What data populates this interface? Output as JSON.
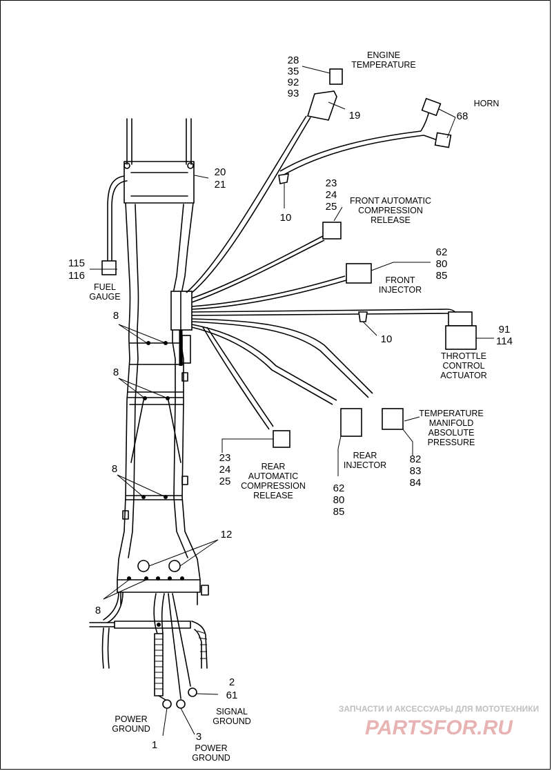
{
  "callouts": {
    "engine_temp_parts": [
      "28",
      "35",
      "92",
      "93"
    ],
    "engine_temp_label": [
      "ENGINE",
      "TEMPERATURE"
    ],
    "p19": "19",
    "horn_label": "HORN",
    "p68": "68",
    "p20_21": [
      "20",
      "21"
    ],
    "p10_top": "10",
    "front_acr_parts": [
      "23",
      "24",
      "25"
    ],
    "front_acr_label": [
      "FRONT AUTOMATIC",
      "COMPRESSION",
      "RELEASE"
    ],
    "front_inj_parts": [
      "62",
      "80",
      "85"
    ],
    "front_inj_label": [
      "FRONT",
      "INJECTOR"
    ],
    "fuel_gauge_parts": [
      "115",
      "116"
    ],
    "fuel_gauge_label": [
      "FUEL",
      "GAUGE"
    ],
    "p8": "8",
    "p10_mid": "10",
    "tca_parts": [
      "91",
      "114"
    ],
    "tca_label": [
      "THROTTLE",
      "CONTROL",
      "ACTUATOR"
    ],
    "tmap_label": [
      "TEMPERATURE",
      "MANIFOLD",
      "ABSOLUTE",
      "PRESSURE"
    ],
    "tmap_parts": [
      "82",
      "83",
      "84"
    ],
    "rear_inj_label": [
      "REAR",
      "INJECTOR"
    ],
    "rear_inj_parts": [
      "62",
      "80",
      "85"
    ],
    "rear_acr_parts": [
      "23",
      "24",
      "25"
    ],
    "rear_acr_label": [
      "REAR",
      "AUTOMATIC",
      "COMPRESSION",
      "RELEASE"
    ],
    "p12": "12",
    "signal_parts": [
      "2",
      "61"
    ],
    "signal_label": [
      "SIGNAL",
      "GROUND"
    ],
    "power1_label": [
      "POWER",
      "GROUND"
    ],
    "p1": "1",
    "p3": "3",
    "power3_label": [
      "POWER",
      "GROUND"
    ]
  },
  "watermark": {
    "tagline": "ЗАПЧАСТИ И АКСЕССУАРЫ ДЛЯ МОТОТЕХНИКИ",
    "brand": "PARTSFOR.RU"
  }
}
